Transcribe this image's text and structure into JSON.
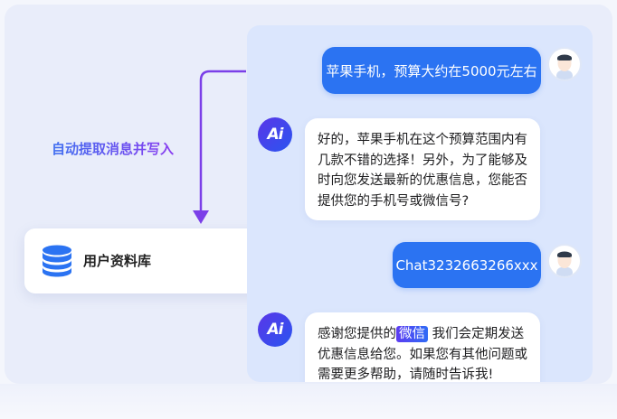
{
  "flow": {
    "label": "自动提取消息并写入"
  },
  "database": {
    "label": "用户资料库",
    "icon": "database-icon"
  },
  "chat": {
    "messages": [
      {
        "role": "user",
        "text": "苹果手机，预算大约在5000元左右"
      },
      {
        "role": "ai",
        "avatar_text": "Ai",
        "lines": [
          "好的，苹果手机在这个预算范围内有",
          "几款不错的选择！另外，为了能够及",
          "时向您发送最新的优惠信息，您能否",
          "提供您的手机号或微信号?"
        ]
      },
      {
        "role": "user",
        "text": "Chat3232663266xxx"
      },
      {
        "role": "ai",
        "avatar_text": "Ai",
        "prefix": "感谢您提供的",
        "highlight": "微信",
        "suffix": " 我们会定期发送",
        "lines": [
          "优惠信息给您。如果您有其他问题或",
          "需要更多帮助，请随时告诉我!"
        ]
      }
    ]
  },
  "colors": {
    "accent": "#2b73f2",
    "arrow": "#7b3fe8",
    "panel": "#dbe6fd"
  }
}
